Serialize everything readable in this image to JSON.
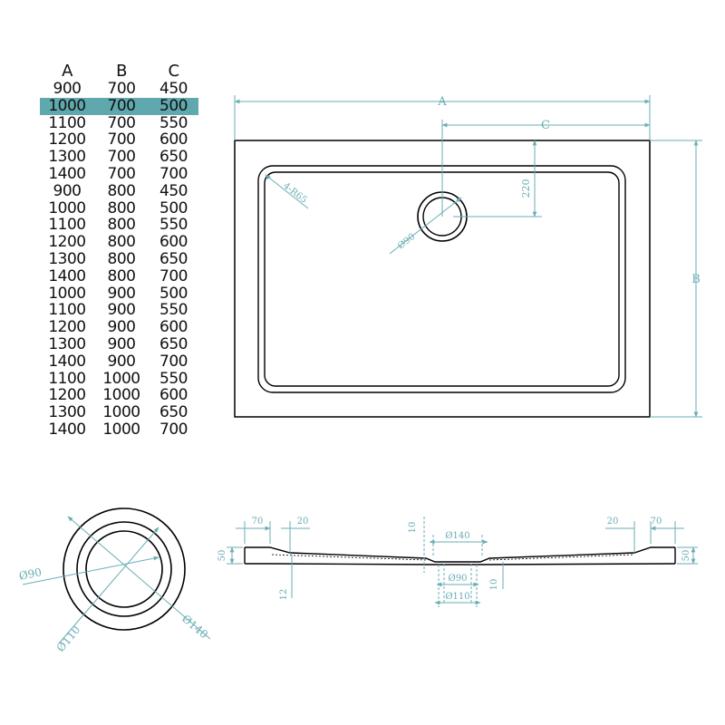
{
  "table": {
    "headers": [
      "A",
      "B",
      "C"
    ],
    "highlight_row": 1,
    "highlight_color": "#5fa8ae",
    "rows": [
      [
        "900",
        "700",
        "450"
      ],
      [
        "1000",
        "700",
        "500"
      ],
      [
        "1100",
        "700",
        "550"
      ],
      [
        "1200",
        "700",
        "600"
      ],
      [
        "1300",
        "700",
        "650"
      ],
      [
        "1400",
        "700",
        "700"
      ],
      [
        "900",
        "800",
        "450"
      ],
      [
        "1000",
        "800",
        "500"
      ],
      [
        "1100",
        "800",
        "550"
      ],
      [
        "1200",
        "800",
        "600"
      ],
      [
        "1300",
        "800",
        "650"
      ],
      [
        "1400",
        "800",
        "700"
      ],
      [
        "1000",
        "900",
        "500"
      ],
      [
        "1100",
        "900",
        "550"
      ],
      [
        "1200",
        "900",
        "600"
      ],
      [
        "1300",
        "900",
        "650"
      ],
      [
        "1400",
        "900",
        "700"
      ],
      [
        "1100",
        "1000",
        "550"
      ],
      [
        "1200",
        "1000",
        "600"
      ],
      [
        "1300",
        "1000",
        "650"
      ],
      [
        "1400",
        "1000",
        "700"
      ]
    ]
  },
  "colors": {
    "dimension_line": "#6aaeb6",
    "outline": "#000000"
  },
  "plan": {
    "label_a": "A",
    "label_b": "B",
    "label_c": "C",
    "label_220": "220",
    "label_radius": "4-R65",
    "label_drain": "Ø90"
  },
  "drain_detail": {
    "label_90": "Ø90",
    "label_110": "Ø110",
    "label_140": "Ø140"
  },
  "section": {
    "label_70_left": "70",
    "label_20_left": "20",
    "label_50_left": "50",
    "label_12": "12",
    "label_10_top": "10",
    "label_140": "Ø140",
    "label_90": "Ø90",
    "label_110": "Ø110",
    "label_10_bottom": "10",
    "label_20_right": "20",
    "label_70_right": "70",
    "label_50_right": "50"
  }
}
